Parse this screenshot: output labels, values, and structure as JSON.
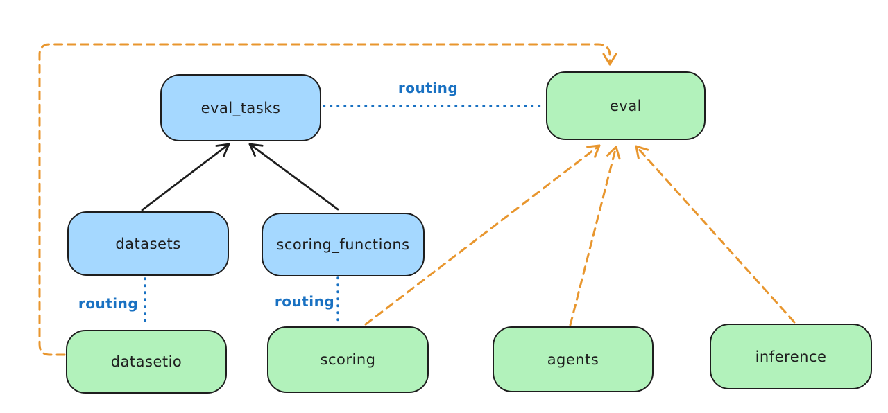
{
  "diagram": {
    "background": "#ffffff",
    "colors": {
      "blue_fill": "#a5d8ff",
      "green_fill": "#b2f2bb",
      "stroke": "#1e1e1e",
      "orange_dashed": "#e8962e",
      "blue_routing": "#1971c2"
    },
    "nodes": {
      "eval_tasks": {
        "label": "eval_tasks",
        "fill": "#a5d8ff"
      },
      "eval": {
        "label": "eval",
        "fill": "#b2f2bb"
      },
      "datasets": {
        "label": "datasets",
        "fill": "#a5d8ff"
      },
      "scoring_functions": {
        "label": "scoring_functions",
        "fill": "#a5d8ff"
      },
      "datasetio": {
        "label": "datasetio",
        "fill": "#b2f2bb"
      },
      "scoring": {
        "label": "scoring",
        "fill": "#b2f2bb"
      },
      "agents": {
        "label": "agents",
        "fill": "#b2f2bb"
      },
      "inference": {
        "label": "inference",
        "fill": "#b2f2bb"
      }
    },
    "edge_labels": {
      "routing_eval_tasks_eval": "routing",
      "routing_datasets_datasetio": "routing",
      "routing_scoring_functions_scoring": "routing"
    },
    "edges": [
      {
        "from": "datasets",
        "to": "eval_tasks",
        "style": "solid-black-arrow"
      },
      {
        "from": "scoring_functions",
        "to": "eval_tasks",
        "style": "solid-black-arrow"
      },
      {
        "from": "eval_tasks",
        "to": "eval",
        "style": "blue-dotted",
        "label": "routing"
      },
      {
        "from": "datasets",
        "to": "datasetio",
        "style": "blue-dotted",
        "label": "routing"
      },
      {
        "from": "scoring_functions",
        "to": "scoring",
        "style": "blue-dotted",
        "label": "routing"
      },
      {
        "from": "datasetio",
        "to": "eval",
        "style": "orange-dashed-arrow"
      },
      {
        "from": "scoring",
        "to": "eval",
        "style": "orange-dashed-arrow"
      },
      {
        "from": "agents",
        "to": "eval",
        "style": "orange-dashed-arrow"
      },
      {
        "from": "inference",
        "to": "eval",
        "style": "orange-dashed-arrow"
      }
    ]
  }
}
